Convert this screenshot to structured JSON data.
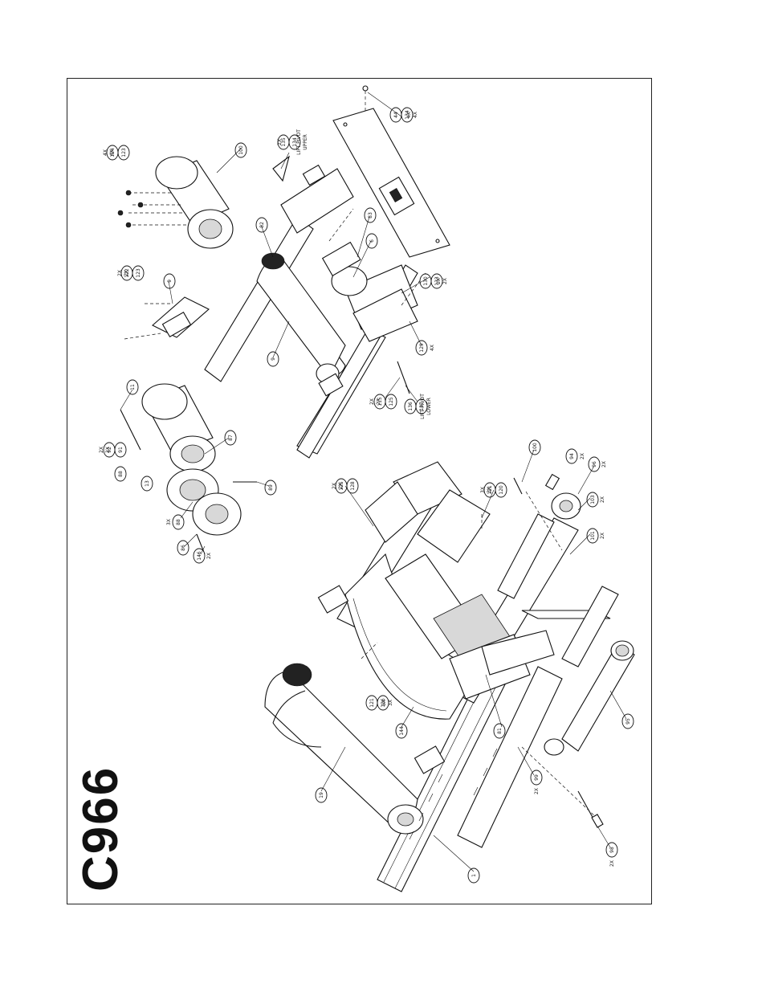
{
  "title": "C966",
  "callouts": [
    {
      "id": "c1",
      "lines": [
        "1"
      ]
    },
    {
      "id": "c19",
      "lines": [
        "19"
      ]
    },
    {
      "id": "c144",
      "lines": [
        "144"
      ]
    },
    {
      "id": "c126",
      "lines": [
        "126",
        "121"
      ]
    },
    {
      "id": "c126x",
      "lines": [
        "3X",
        "3X"
      ]
    },
    {
      "id": "c81",
      "lines": [
        "81"
      ]
    },
    {
      "id": "c95",
      "lines": [
        "95"
      ]
    },
    {
      "id": "c99",
      "lines": [
        "99"
      ]
    },
    {
      "id": "c99x",
      "lines": [
        "2X"
      ]
    },
    {
      "id": "c98",
      "lines": [
        "98"
      ]
    },
    {
      "id": "c98x",
      "lines": [
        "2X"
      ]
    },
    {
      "id": "c128",
      "lines": [
        "128",
        "125"
      ]
    },
    {
      "id": "c128x",
      "lines": [
        "2X",
        "2X"
      ]
    },
    {
      "id": "c120",
      "lines": [
        "120",
        "121"
      ]
    },
    {
      "id": "c120x",
      "lines": [
        "3X",
        "3X"
      ]
    },
    {
      "id": "c100",
      "lines": [
        "100"
      ]
    },
    {
      "id": "c94",
      "lines": [
        "94"
      ]
    },
    {
      "id": "c94x",
      "lines": [
        "2X"
      ]
    },
    {
      "id": "c96",
      "lines": [
        "96"
      ]
    },
    {
      "id": "c96x",
      "lines": [
        "2X"
      ]
    },
    {
      "id": "c103",
      "lines": [
        "103"
      ]
    },
    {
      "id": "c103x",
      "lines": [
        "2X"
      ]
    },
    {
      "id": "c101",
      "lines": [
        "101"
      ]
    },
    {
      "id": "c101x",
      "lines": [
        "2X"
      ]
    },
    {
      "id": "c11",
      "lines": [
        "11"
      ]
    },
    {
      "id": "c91",
      "lines": [
        "91",
        "92"
      ]
    },
    {
      "id": "c91x",
      "lines": [
        "2X",
        "2X"
      ]
    },
    {
      "id": "c88",
      "lines": [
        "88"
      ]
    },
    {
      "id": "c13",
      "lines": [
        "13"
      ]
    },
    {
      "id": "c87",
      "lines": [
        "87"
      ]
    },
    {
      "id": "c89",
      "lines": [
        "89"
      ]
    },
    {
      "id": "c88b",
      "lines": [
        "88"
      ]
    },
    {
      "id": "c88bx",
      "lines": [
        "3X"
      ]
    },
    {
      "id": "c86",
      "lines": [
        "86"
      ]
    },
    {
      "id": "c146",
      "lines": [
        "146"
      ]
    },
    {
      "id": "c146x",
      "lines": [
        "2X"
      ]
    },
    {
      "id": "c9",
      "lines": [
        "9"
      ]
    },
    {
      "id": "c122",
      "lines": [
        "123",
        "122"
      ]
    },
    {
      "id": "c122x",
      "lines": [
        "2X",
        "2X"
      ]
    },
    {
      "id": "c100b",
      "lines": [
        "100"
      ]
    },
    {
      "id": "c123",
      "lines": [
        "123",
        "124"
      ]
    },
    {
      "id": "c123x",
      "lines": [
        "4X",
        "4X"
      ]
    },
    {
      "id": "c134",
      "lines": [
        "134",
        "135"
      ]
    },
    {
      "id": "c134x",
      "lines": [
        "2X"
      ]
    },
    {
      "id": "c134t",
      "lines": [
        "UPPER",
        "LIFT PIVOT"
      ]
    },
    {
      "id": "c82",
      "lines": [
        "82"
      ]
    },
    {
      "id": "c83",
      "lines": [
        "83"
      ]
    },
    {
      "id": "c6",
      "lines": [
        "6"
      ]
    },
    {
      "id": "c133",
      "lines": [
        "133",
        "130"
      ]
    },
    {
      "id": "c133x",
      "lines": [
        "2X",
        "2X"
      ]
    },
    {
      "id": "c9b",
      "lines": [
        "9"
      ]
    },
    {
      "id": "c129",
      "lines": [
        "129"
      ]
    },
    {
      "id": "c129x",
      "lines": [
        "4X"
      ]
    },
    {
      "id": "c125",
      "lines": [
        "125",
        "115"
      ]
    },
    {
      "id": "c125x",
      "lines": [
        "2X",
        "2X"
      ]
    },
    {
      "id": "c137",
      "lines": [
        "137",
        "136"
      ]
    },
    {
      "id": "c137t",
      "lines": [
        "LOWER",
        "LIFT PIVOT"
      ]
    },
    {
      "id": "c134b",
      "lines": [
        "134",
        "44"
      ]
    },
    {
      "id": "c134bx",
      "lines": [
        "4X",
        "4X"
      ]
    }
  ]
}
